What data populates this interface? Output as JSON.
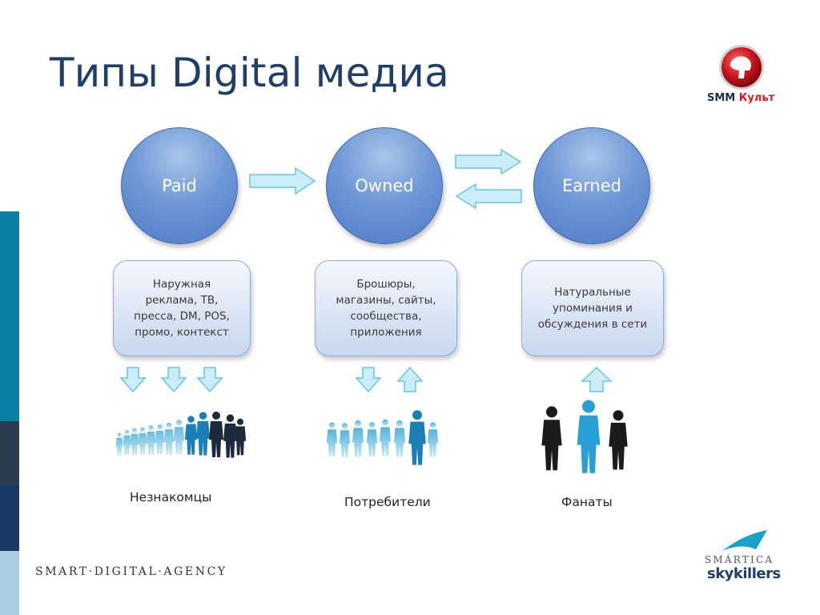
{
  "title": "Типы Digital медиа",
  "nodes": [
    {
      "label": "Paid",
      "description": "Наружная\nреклама, ТВ,\nпресса, DM, POS,\nпромо, контекст",
      "caption": "Незнакомцы"
    },
    {
      "label": "Owned",
      "description": "Брошюры,\nмагазины, сайты,\nсообщества,\nприложения",
      "caption": "Потребители"
    },
    {
      "label": "Earned",
      "description": "Натуральные\nупоминания и\nобсуждения в сети",
      "caption": "Фанаты"
    }
  ],
  "logo_top": {
    "smm": "SMM",
    "kult": "Культ"
  },
  "footer": {
    "agency": "SMART·DIGITAL·AGENCY",
    "brand_top": "SMÁRTICA",
    "brand_bottom": "skykillers"
  },
  "colors": {
    "title": "#1f3f66",
    "circle": "#5b86cc",
    "box": "#dbe6f5",
    "arrow": "#8fd8ee",
    "sidebar": [
      "#0a7fa6",
      "#2a3d50",
      "#173a66",
      "#a9cfe0"
    ]
  },
  "icons": [
    "arrow-right-icon",
    "arrow-left-icon",
    "arrow-down-icon",
    "arrow-up-icon",
    "crowd-icon",
    "smm-kult-logo-icon",
    "skykillers-logo-icon"
  ]
}
